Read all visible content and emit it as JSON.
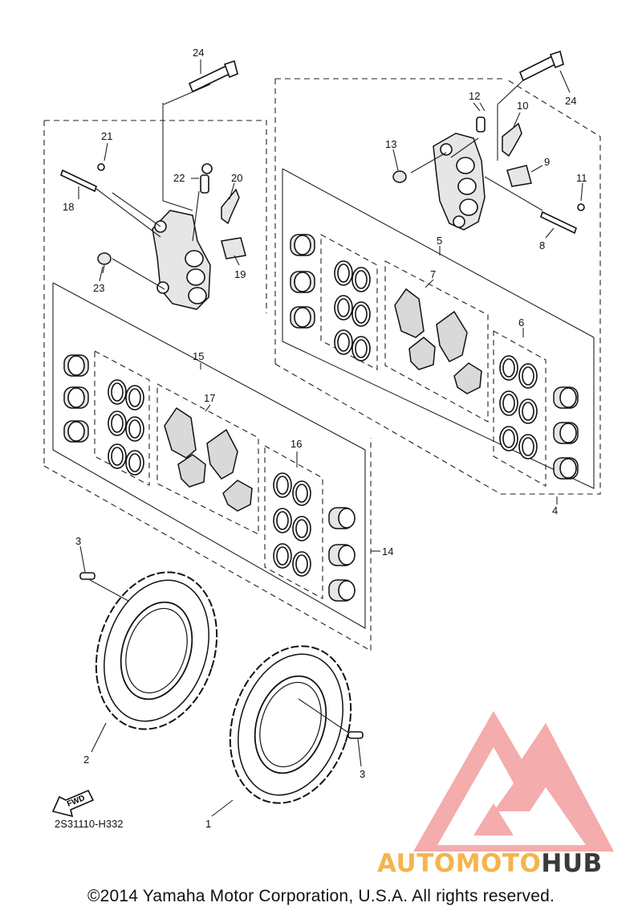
{
  "callouts": {
    "c1": "1",
    "c2": "2",
    "c3a": "3",
    "c3b": "3",
    "c4": "4",
    "c5": "5",
    "c6": "6",
    "c7": "7",
    "c8": "8",
    "c9": "9",
    "c10": "10",
    "c11": "11",
    "c12": "12",
    "c13": "13",
    "c14": "14",
    "c15": "15",
    "c16": "16",
    "c17": "17",
    "c18": "18",
    "c19": "19",
    "c20": "20",
    "c21": "21",
    "c22": "22",
    "c23": "23",
    "c24a": "24",
    "c24b": "24"
  },
  "fwd_label": "FWD",
  "diagram_code": "2S31110-H332",
  "copyright": "©2014 Yamaha Motor Corporation, U.S.A. All rights reserved.",
  "watermark": {
    "part1": "AUTOMOTO",
    "part2": "HUB",
    "colors": {
      "logo": "#f08a8a",
      "text1": "#f5b44c",
      "text2": "#3a3a3a"
    }
  }
}
